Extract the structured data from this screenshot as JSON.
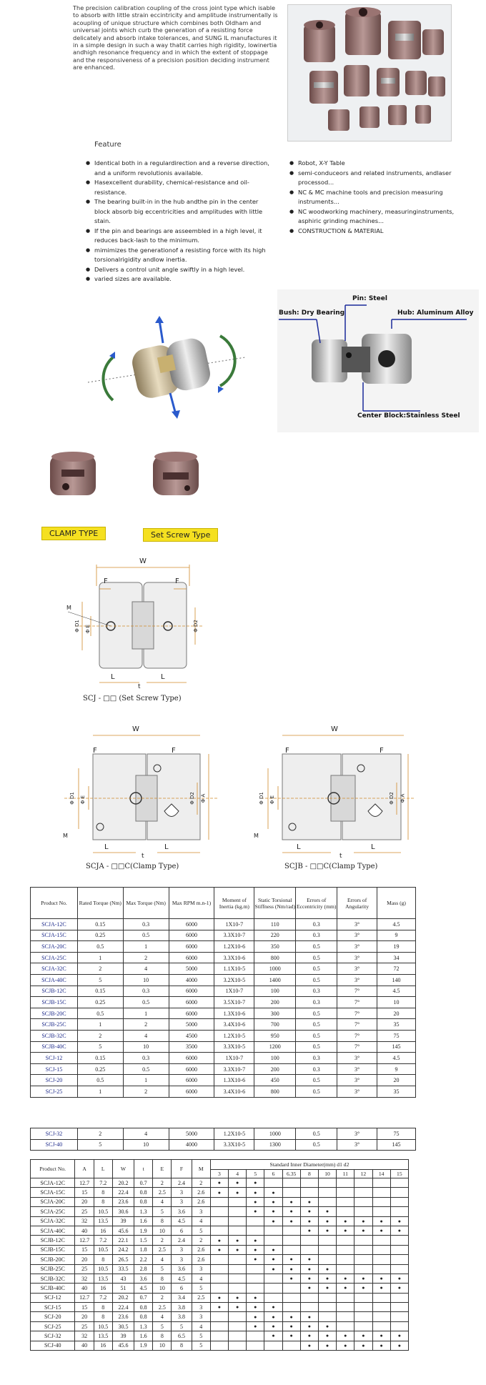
{
  "intro_text": "The precision calibration coupling of the cross joint type which isable to absorb with little strain eccintricity and amplitude instrumentally is acoupling of unique structure which combines both Oldham and universal joints which curb the generation of a resisting force delicately and absorb intake tolerances, and SUNG IL manufactures it in a simple design in such a way thatit carries high rigidity, lowinertia andhigh resonance frequency and in which the extent of stoppage and the responsiveness of a precision position deciding instrument are enhanced.",
  "feature_title": "Feature",
  "features_left": [
    "Identical both in a regulardirection and a reverse direction, and a uniform revolutionis available.",
    "Hasexcellent durability, chemical-resistance and oil-resistance.",
    "The bearing built-in in the hub andthe pin in the center block absorb big eccentricities and amplitudes with little stain.",
    "If the pin and bearings are asseembled in a high level, it reduces back-lash to the minimum.",
    "mimimizes the generationof a resisting force with its high torsionalrigidity andlow inertia.",
    "Delivers a control unit angle swiftly in a high level.",
    "varied sizes are available."
  ],
  "features_right": [
    "Robot, X-Y Table",
    "semi-conduceors and related instruments, andlaser processod...",
    "NC & MC machine tools and precision measuring instruments...",
    "NC woodworking machinery, measuringinstruments, asphiric grinding machines...",
    "CONSTRUCTION & MATERIAL"
  ],
  "material_labels": {
    "pin": "Pin: Steel",
    "bush": "Bush: Dry Bearing",
    "hub": "Hub: Aluminum Alloy",
    "center": "Center Block:Stainless Steel"
  },
  "type_labels": {
    "clamp": "CLAMP TYPE",
    "set_screw": "Set Screw Type"
  },
  "drawing_captions": {
    "scj": "SCJ - □□ (Set Screw Type)",
    "scja": "SCJA - □□C(Clamp Type)",
    "scjb": "SCJB - □□C(Clamp Type)"
  },
  "dim_labels": {
    "W": "W",
    "F": "F",
    "M": "M",
    "L": "L",
    "t": "t",
    "D1": "Φ D1",
    "D2": "Φ D2",
    "E": "Φ E",
    "A": "Φ A"
  },
  "spec_table": {
    "headers": [
      "Product No.",
      "Rated Torque (Nm)",
      "Max Torque (Nm)",
      "Max RPM m.n-1)",
      "Moment of Inertia (kg.m)",
      "Static Torsional Stiffness (Nm/rad)",
      "Errors of Eccentricity (mm)",
      "Errors of Angularity",
      "Mass (g)"
    ],
    "rows": [
      [
        "SCJA-12C",
        "0.15",
        "0.3",
        "6000",
        "1X10-7",
        "110",
        "0.3",
        "3°",
        "4.5"
      ],
      [
        "SCJA-15C",
        "0.25",
        "0.5",
        "6000",
        "3.3X10-7",
        "220",
        "0.3",
        "3°",
        "9"
      ],
      [
        "SCJA-20C",
        "0.5",
        "1",
        "6000",
        "1.2X10-6",
        "350",
        "0.5",
        "3°",
        "19"
      ],
      [
        "SCJA-25C",
        "1",
        "2",
        "6000",
        "3.3X10-6",
        "800",
        "0.5",
        "3°",
        "34"
      ],
      [
        "SCJA-32C",
        "2",
        "4",
        "5000",
        "1.1X10-5",
        "1000",
        "0.5",
        "3°",
        "72"
      ],
      [
        "SCJA-40C",
        "5",
        "10",
        "4000",
        "3.2X10-5",
        "1400",
        "0.5",
        "3°",
        "140"
      ],
      [
        "SCJB-12C",
        "0.15",
        "0.3",
        "6000",
        "1X10-7",
        "100",
        "0.3",
        "7°",
        "4.5"
      ],
      [
        "SCJB-15C",
        "0.25",
        "0.5",
        "6000",
        "3.5X10-7",
        "200",
        "0.3",
        "7°",
        "10"
      ],
      [
        "SCJB-20C",
        "0.5",
        "1",
        "6000",
        "1.3X10-6",
        "300",
        "0.5",
        "7°",
        "20"
      ],
      [
        "SCJB-25C",
        "1",
        "2",
        "5000",
        "3.4X10-6",
        "700",
        "0.5",
        "7°",
        "35"
      ],
      [
        "SCJB-32C",
        "2",
        "4",
        "4500",
        "1.2X10-5",
        "950",
        "0.5",
        "7°",
        "75"
      ],
      [
        "SCJB-40C",
        "5",
        "10",
        "3500",
        "3.3X10-5",
        "1200",
        "0.5",
        "7°",
        "145"
      ],
      [
        "SCJ-12",
        "0.15",
        "0.3",
        "6000",
        "1X10-7",
        "100",
        "0.3",
        "3°",
        "4.5"
      ],
      [
        "SCJ-15",
        "0.25",
        "0.5",
        "6000",
        "3.3X10-7",
        "200",
        "0.3",
        "3°",
        "9"
      ],
      [
        "SCJ-20",
        "0.5",
        "1",
        "6000",
        "1.3X10-6",
        "450",
        "0.5",
        "3°",
        "20"
      ],
      [
        "SCJ-25",
        "1",
        "2",
        "6000",
        "3.4X10-6",
        "800",
        "0.5",
        "3°",
        "35"
      ]
    ],
    "extra_rows": [
      [
        "SCJ-32",
        "2",
        "4",
        "5000",
        "1.2X10-5",
        "1000",
        "0.5",
        "3°",
        "75"
      ],
      [
        "SCJ-40",
        "5",
        "10",
        "4000",
        "3.3X10-5",
        "1300",
        "0.5",
        "3°",
        "145"
      ]
    ]
  },
  "dim_table": {
    "headers": [
      "Product No.",
      "A",
      "L",
      "W",
      "t",
      "E",
      "F",
      "M"
    ],
    "bore_title": "Standard Inner Diameter(mm)  d1    d2",
    "bores": [
      "3",
      "4",
      "5",
      "6",
      "6.35",
      "8",
      "10",
      "11",
      "12",
      "14",
      "15"
    ],
    "rows": [
      {
        "p": "SCJA-12C",
        "v": [
          "12.7",
          "7.2",
          "20.2",
          "0.7",
          "2",
          "2.4",
          "2"
        ],
        "d": [
          1,
          1,
          1,
          0,
          0,
          0,
          0,
          0,
          0,
          0,
          0
        ]
      },
      {
        "p": "SCJA-15C",
        "v": [
          "15",
          "8",
          "22.4",
          "0.8",
          "2.5",
          "3",
          "2.6"
        ],
        "d": [
          1,
          1,
          1,
          1,
          0,
          0,
          0,
          0,
          0,
          0,
          0
        ]
      },
      {
        "p": "SCJA-20C",
        "v": [
          "20",
          "8",
          "23.6",
          "0.8",
          "4",
          "3",
          "2.6"
        ],
        "d": [
          0,
          0,
          1,
          1,
          1,
          1,
          0,
          0,
          0,
          0,
          0
        ]
      },
      {
        "p": "SCJA-25C",
        "v": [
          "25",
          "10.5",
          "30.6",
          "1.3",
          "5",
          "3.6",
          "3"
        ],
        "d": [
          0,
          0,
          1,
          1,
          1,
          1,
          1,
          0,
          0,
          0,
          0
        ]
      },
      {
        "p": "SCJA-32C",
        "v": [
          "32",
          "13.5",
          "39",
          "1.6",
          "8",
          "4.5",
          "4"
        ],
        "d": [
          0,
          0,
          0,
          1,
          1,
          1,
          1,
          1,
          1,
          1,
          1
        ]
      },
      {
        "p": "SCJA-40C",
        "v": [
          "40",
          "16",
          "45.6",
          "1.9",
          "10",
          "6",
          "5"
        ],
        "d": [
          0,
          0,
          0,
          0,
          0,
          1,
          1,
          1,
          1,
          1,
          1
        ]
      },
      {
        "p": "SCJB-12C",
        "v": [
          "12.7",
          "7.2",
          "22.1",
          "1.5",
          "2",
          "2.4",
          "2"
        ],
        "d": [
          1,
          1,
          1,
          0,
          0,
          0,
          0,
          0,
          0,
          0,
          0
        ]
      },
      {
        "p": "SCJB-15C",
        "v": [
          "15",
          "10.5",
          "24.2",
          "1.8",
          "2.5",
          "3",
          "2.6"
        ],
        "d": [
          1,
          1,
          1,
          1,
          0,
          0,
          0,
          0,
          0,
          0,
          0
        ]
      },
      {
        "p": "SCJB-20C",
        "v": [
          "20",
          "8",
          "26.5",
          "2.2",
          "4",
          "3",
          "2.6"
        ],
        "d": [
          0,
          0,
          1,
          1,
          1,
          1,
          0,
          0,
          0,
          0,
          0
        ]
      },
      {
        "p": "SCJB-25C",
        "v": [
          "25",
          "10.5",
          "33.5",
          "2.8",
          "5",
          "3.6",
          "3"
        ],
        "d": [
          0,
          0,
          0,
          1,
          1,
          1,
          1,
          0,
          0,
          0,
          0
        ]
      },
      {
        "p": "SCJB-32C",
        "v": [
          "32",
          "13.5",
          "43",
          "3.6",
          "8",
          "4.5",
          "4"
        ],
        "d": [
          0,
          0,
          0,
          0,
          1,
          1,
          1,
          1,
          1,
          1,
          1
        ]
      },
      {
        "p": "SCJB-40C",
        "v": [
          "40",
          "16",
          "51",
          "4.5",
          "10",
          "6",
          "5"
        ],
        "d": [
          0,
          0,
          0,
          0,
          0,
          1,
          1,
          1,
          1,
          1,
          1
        ]
      },
      {
        "p": "SCJ-12",
        "v": [
          "12.7",
          "7.2",
          "20.2",
          "0.7",
          "2",
          "3.4",
          "2.5"
        ],
        "d": [
          1,
          1,
          1,
          0,
          0,
          0,
          0,
          0,
          0,
          0,
          0
        ]
      },
      {
        "p": "SCJ-15",
        "v": [
          "15",
          "8",
          "22.4",
          "0.8",
          "2.5",
          "3.8",
          "3"
        ],
        "d": [
          1,
          1,
          1,
          1,
          0,
          0,
          0,
          0,
          0,
          0,
          0
        ]
      },
      {
        "p": "SCJ-20",
        "v": [
          "20",
          "8",
          "23.6",
          "0.8",
          "4",
          "3.8",
          "3"
        ],
        "d": [
          0,
          0,
          1,
          1,
          1,
          1,
          0,
          0,
          0,
          0,
          0
        ]
      },
      {
        "p": "SCJ-25",
        "v": [
          "25",
          "10.5",
          "30.5",
          "1.3",
          "5",
          "5",
          "4"
        ],
        "d": [
          0,
          0,
          1,
          1,
          1,
          1,
          1,
          0,
          0,
          0,
          0
        ]
      },
      {
        "p": "SCJ-32",
        "v": [
          "32",
          "13.5",
          "39",
          "1.6",
          "8",
          "6.5",
          "5"
        ],
        "d": [
          0,
          0,
          0,
          1,
          1,
          1,
          1,
          1,
          1,
          1,
          1
        ]
      },
      {
        "p": "SCJ-40",
        "v": [
          "40",
          "16",
          "45.6",
          "1.9",
          "10",
          "8",
          "5"
        ],
        "d": [
          0,
          0,
          0,
          0,
          0,
          1,
          1,
          1,
          1,
          1,
          1
        ]
      }
    ]
  },
  "colors": {
    "badge_yellow": "#f5e020",
    "dim_orange": "#d08a2a",
    "product_blue": "#1d2a8a",
    "label_blue": "#1a2a9a"
  }
}
